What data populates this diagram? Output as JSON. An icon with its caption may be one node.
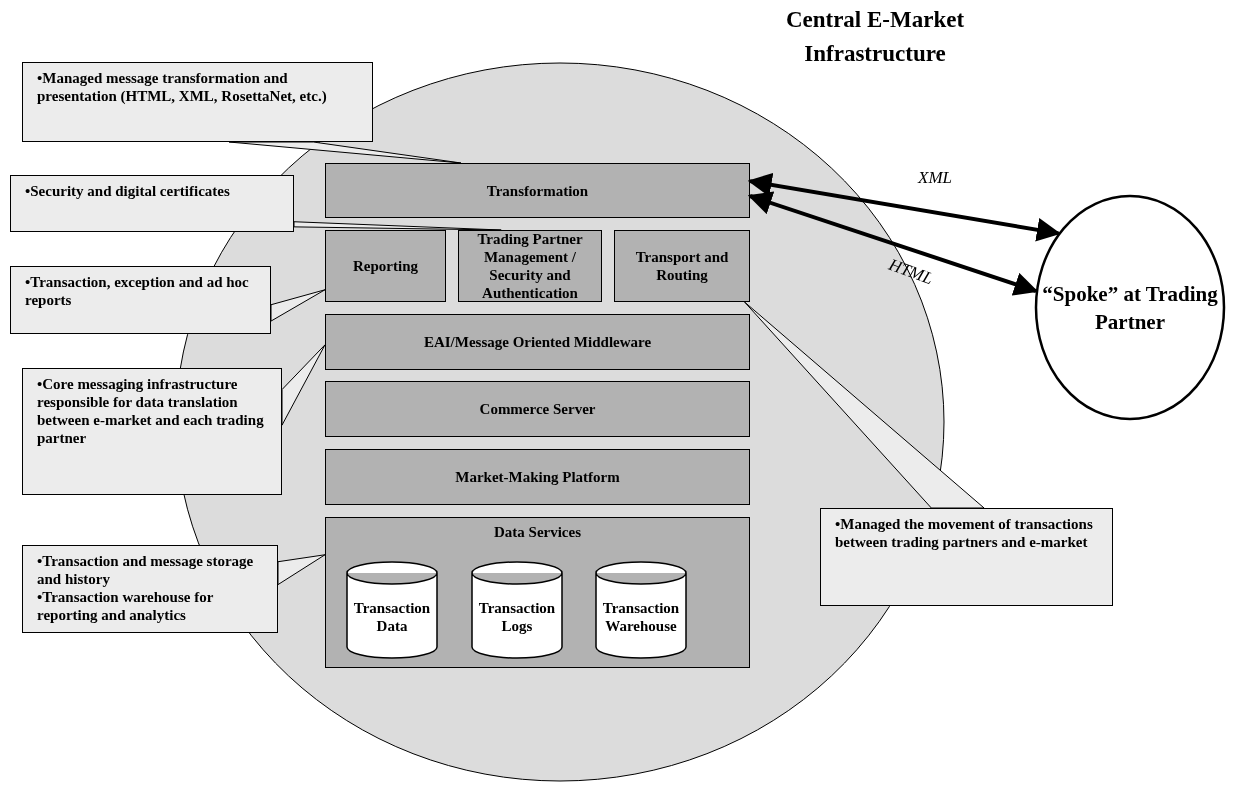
{
  "diagram": {
    "nodes": [
      {
        "text": [
          "Central E-Market Infrastructure"
        ]
      },
      {
        "text": [
          "Transformation"
        ],
        "in": 0
      },
      {
        "text": [
          "Reporting"
        ],
        "in": 0
      },
      {
        "text": [
          "Trading Partner Management / Security and Authentication"
        ],
        "in": 0
      },
      {
        "text": [
          "Transport and Routing"
        ],
        "in": 0
      },
      {
        "text": [
          "EAI/Message Oriented Middleware"
        ],
        "in": 0
      },
      {
        "text": [
          "Commerce Server"
        ],
        "in": 0
      },
      {
        "text": [
          "Market-Making Platform"
        ],
        "in": 0
      },
      {
        "text": [
          "Data Services"
        ],
        "in": 0
      },
      {
        "text": [
          "Transaction Data"
        ],
        "in": 8
      },
      {
        "text": [
          "Transaction Logs"
        ],
        "in": 8
      },
      {
        "text": [
          "Transaction Warehouse"
        ],
        "in": 8
      },
      {
        "text": [
          "“Spoke” at Trading Partner"
        ]
      },
      {
        "text": [
          "•Managed message transformation and presentation (HTML, XML, RosettaNet, etc.)"
        ]
      },
      {
        "text": [
          "•Security and digital certificates"
        ]
      },
      {
        "text": [
          "•Transaction, exception and ad hoc reports"
        ]
      },
      {
        "text": [
          "•Core messaging infrastructure responsible for data translation between e-market and each trading partner"
        ]
      },
      {
        "text": [
          "•Transaction and message storage and history",
          "•Transaction warehouse for reporting and analytics"
        ]
      },
      {
        "text": [
          "•Managed the movement of transactions between trading partners and e-market"
        ]
      }
    ],
    "edges": [
      {
        "from": 1,
        "to": 12,
        "label": "XML",
        "arrow": "both",
        "style": "thick"
      },
      {
        "from": 1,
        "to": 12,
        "label": "HTML",
        "arrow": "both",
        "style": "thick"
      },
      {
        "from": 13,
        "to": 1,
        "arrow": "none"
      },
      {
        "from": 14,
        "to": 3,
        "arrow": "none"
      },
      {
        "from": 15,
        "to": 2,
        "arrow": "none"
      },
      {
        "from": 16,
        "to": 5,
        "arrow": "none"
      },
      {
        "from": 17,
        "to": 8,
        "arrow": "none"
      },
      {
        "from": 18,
        "to": 4,
        "arrow": "none"
      }
    ]
  }
}
